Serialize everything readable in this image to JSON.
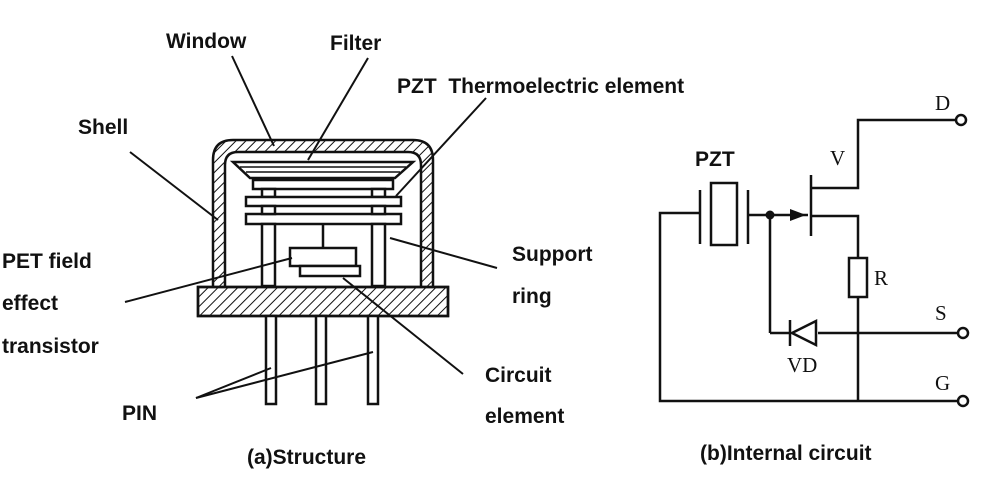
{
  "structure": {
    "caption": "(a)Structure",
    "labels": {
      "window": "Window",
      "filter": "Filter",
      "pzt_element": "PZT  Thermoelectric element",
      "shell": "Shell",
      "pet_line1": "PET field",
      "pet_line2": "effect",
      "pet_line3": "transistor",
      "support_line1": "Support",
      "support_line2": "ring",
      "circuit_line1": "Circuit",
      "circuit_line2": "element",
      "pin": "PIN"
    }
  },
  "circuit": {
    "caption": "(b)Internal circuit",
    "labels": {
      "pzt": "PZT",
      "transistor": "V",
      "resistor": "R",
      "diode": "VD",
      "drain": "D",
      "source": "S",
      "ground": "G"
    }
  }
}
